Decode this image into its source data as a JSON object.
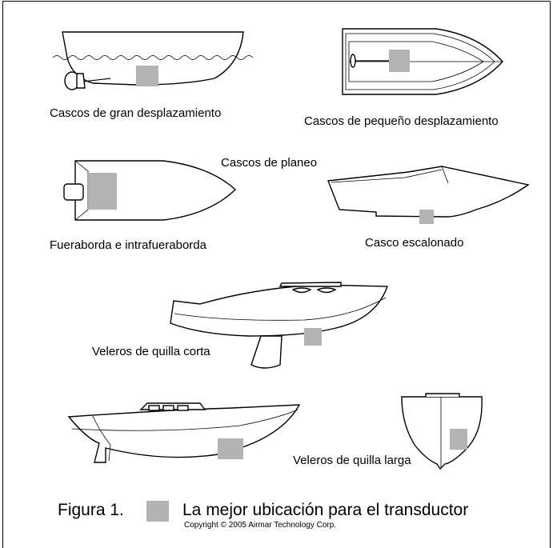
{
  "labels": {
    "displacement": "Cascos de gran desplazamiento",
    "small_displacement": "Cascos de pequeño desplazamiento",
    "planing": "Cascos de planeo",
    "outboard": "Fueraborda e intrafueraborda",
    "stepped": "Casco escalonado",
    "fin_keel": "Veleros de quilla corta",
    "full_keel": "Veleros de quilla larga"
  },
  "caption": {
    "figure": "Figura 1.",
    "text": "La mejor ubicación para el transductor",
    "copyright": "Copyright © 2005 Airmar Technology Corp."
  },
  "colors": {
    "best_location": "#b3b3b3",
    "line": "#000000"
  }
}
